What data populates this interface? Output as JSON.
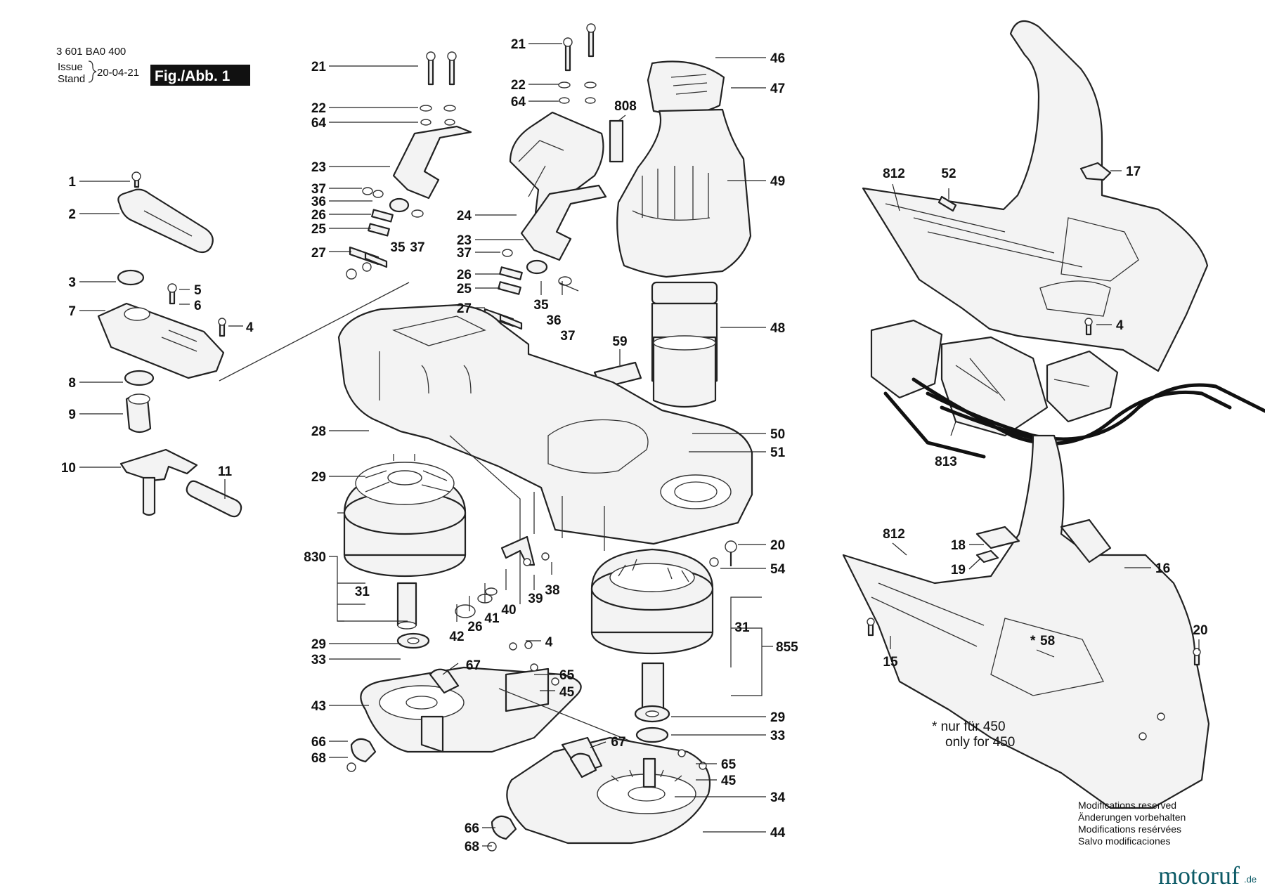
{
  "header": {
    "part_number": "3 601 BA0 400",
    "issue_label": "Issue",
    "stand_label": "Stand",
    "date": "20-04-21",
    "figure_label": "Fig./Abb. 1"
  },
  "footnote": {
    "line1": "* nur für 450",
    "line2": "only for 450"
  },
  "modifications": {
    "line1": "Modifications reserved",
    "line2": "Änderungen vorbehalten",
    "line3": "Modifications resérvées",
    "line4": "Salvo modificaciones"
  },
  "watermark": {
    "text": "motoruf",
    "suffix": ".de"
  },
  "labels": [
    "21",
    "22",
    "64",
    "23",
    "1",
    "37",
    "36",
    "26",
    "25",
    "35",
    "37",
    "2",
    "27",
    "3",
    "5",
    "6",
    "7",
    "4",
    "8",
    "9",
    "10",
    "11",
    "21",
    "22",
    "64",
    "24",
    "23",
    "37",
    "26",
    "25",
    "35",
    "27",
    "36",
    "37",
    "46",
    "47",
    "808",
    "49",
    "48",
    "59",
    "28",
    "50",
    "51",
    "29",
    "830",
    "31",
    "20",
    "54",
    "29",
    "33",
    "43",
    "66",
    "68",
    "67",
    "65",
    "45",
    "42",
    "26",
    "41",
    "40",
    "39",
    "38",
    "4",
    "31",
    "855",
    "29",
    "33",
    "67",
    "65",
    "45",
    "34",
    "66",
    "68",
    "44",
    "812",
    "52",
    "17",
    "4",
    "813",
    "812",
    "18",
    "16",
    "19",
    "20",
    "15",
    "58"
  ]
}
